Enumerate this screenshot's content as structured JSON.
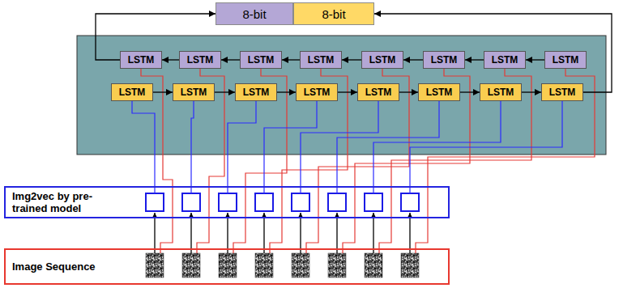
{
  "diagram": {
    "nodes": [
      {
        "text": [
          "8-bit"
        ]
      },
      {
        "text": [
          "8-bit"
        ]
      },
      {
        "text": [
          "LSTM"
        ]
      },
      {
        "text": [
          "LSTM"
        ]
      },
      {
        "text": [
          "LSTM"
        ]
      },
      {
        "text": [
          "LSTM"
        ]
      },
      {
        "text": [
          "LSTM"
        ]
      },
      {
        "text": [
          "LSTM"
        ]
      },
      {
        "text": [
          "LSTM"
        ]
      },
      {
        "text": [
          "LSTM"
        ]
      },
      {
        "text": [
          "LSTM"
        ]
      },
      {
        "text": [
          "LSTM"
        ]
      },
      {
        "text": [
          "LSTM"
        ]
      },
      {
        "text": [
          "LSTM"
        ]
      },
      {
        "text": [
          "LSTM"
        ]
      },
      {
        "text": [
          "LSTM"
        ]
      },
      {
        "text": [
          "LSTM"
        ]
      },
      {
        "text": [
          "LSTM"
        ]
      },
      {
        "text": [
          "Img2vec by pre-trained model"
        ]
      },
      {
        "text": [
          "Image Sequence"
        ]
      }
    ],
    "edges": [
      {
        "from": 3,
        "to": 2,
        "arrow": "to"
      },
      {
        "from": 4,
        "to": 3,
        "arrow": "to"
      },
      {
        "from": 5,
        "to": 4,
        "arrow": "to"
      },
      {
        "from": 6,
        "to": 5,
        "arrow": "to"
      },
      {
        "from": 7,
        "to": 6,
        "arrow": "to"
      },
      {
        "from": 8,
        "to": 7,
        "arrow": "to"
      },
      {
        "from": 9,
        "to": 8,
        "arrow": "to"
      },
      {
        "from": 10,
        "to": 11,
        "arrow": "to"
      },
      {
        "from": 11,
        "to": 12,
        "arrow": "to"
      },
      {
        "from": 12,
        "to": 13,
        "arrow": "to"
      },
      {
        "from": 13,
        "to": 14,
        "arrow": "to"
      },
      {
        "from": 14,
        "to": 15,
        "arrow": "to"
      },
      {
        "from": 15,
        "to": 16,
        "arrow": "to"
      },
      {
        "from": 16,
        "to": 17,
        "arrow": "to"
      },
      {
        "from": 2,
        "to": 0,
        "arrow": "to"
      },
      {
        "from": 17,
        "to": 1,
        "arrow": "to"
      }
    ]
  }
}
